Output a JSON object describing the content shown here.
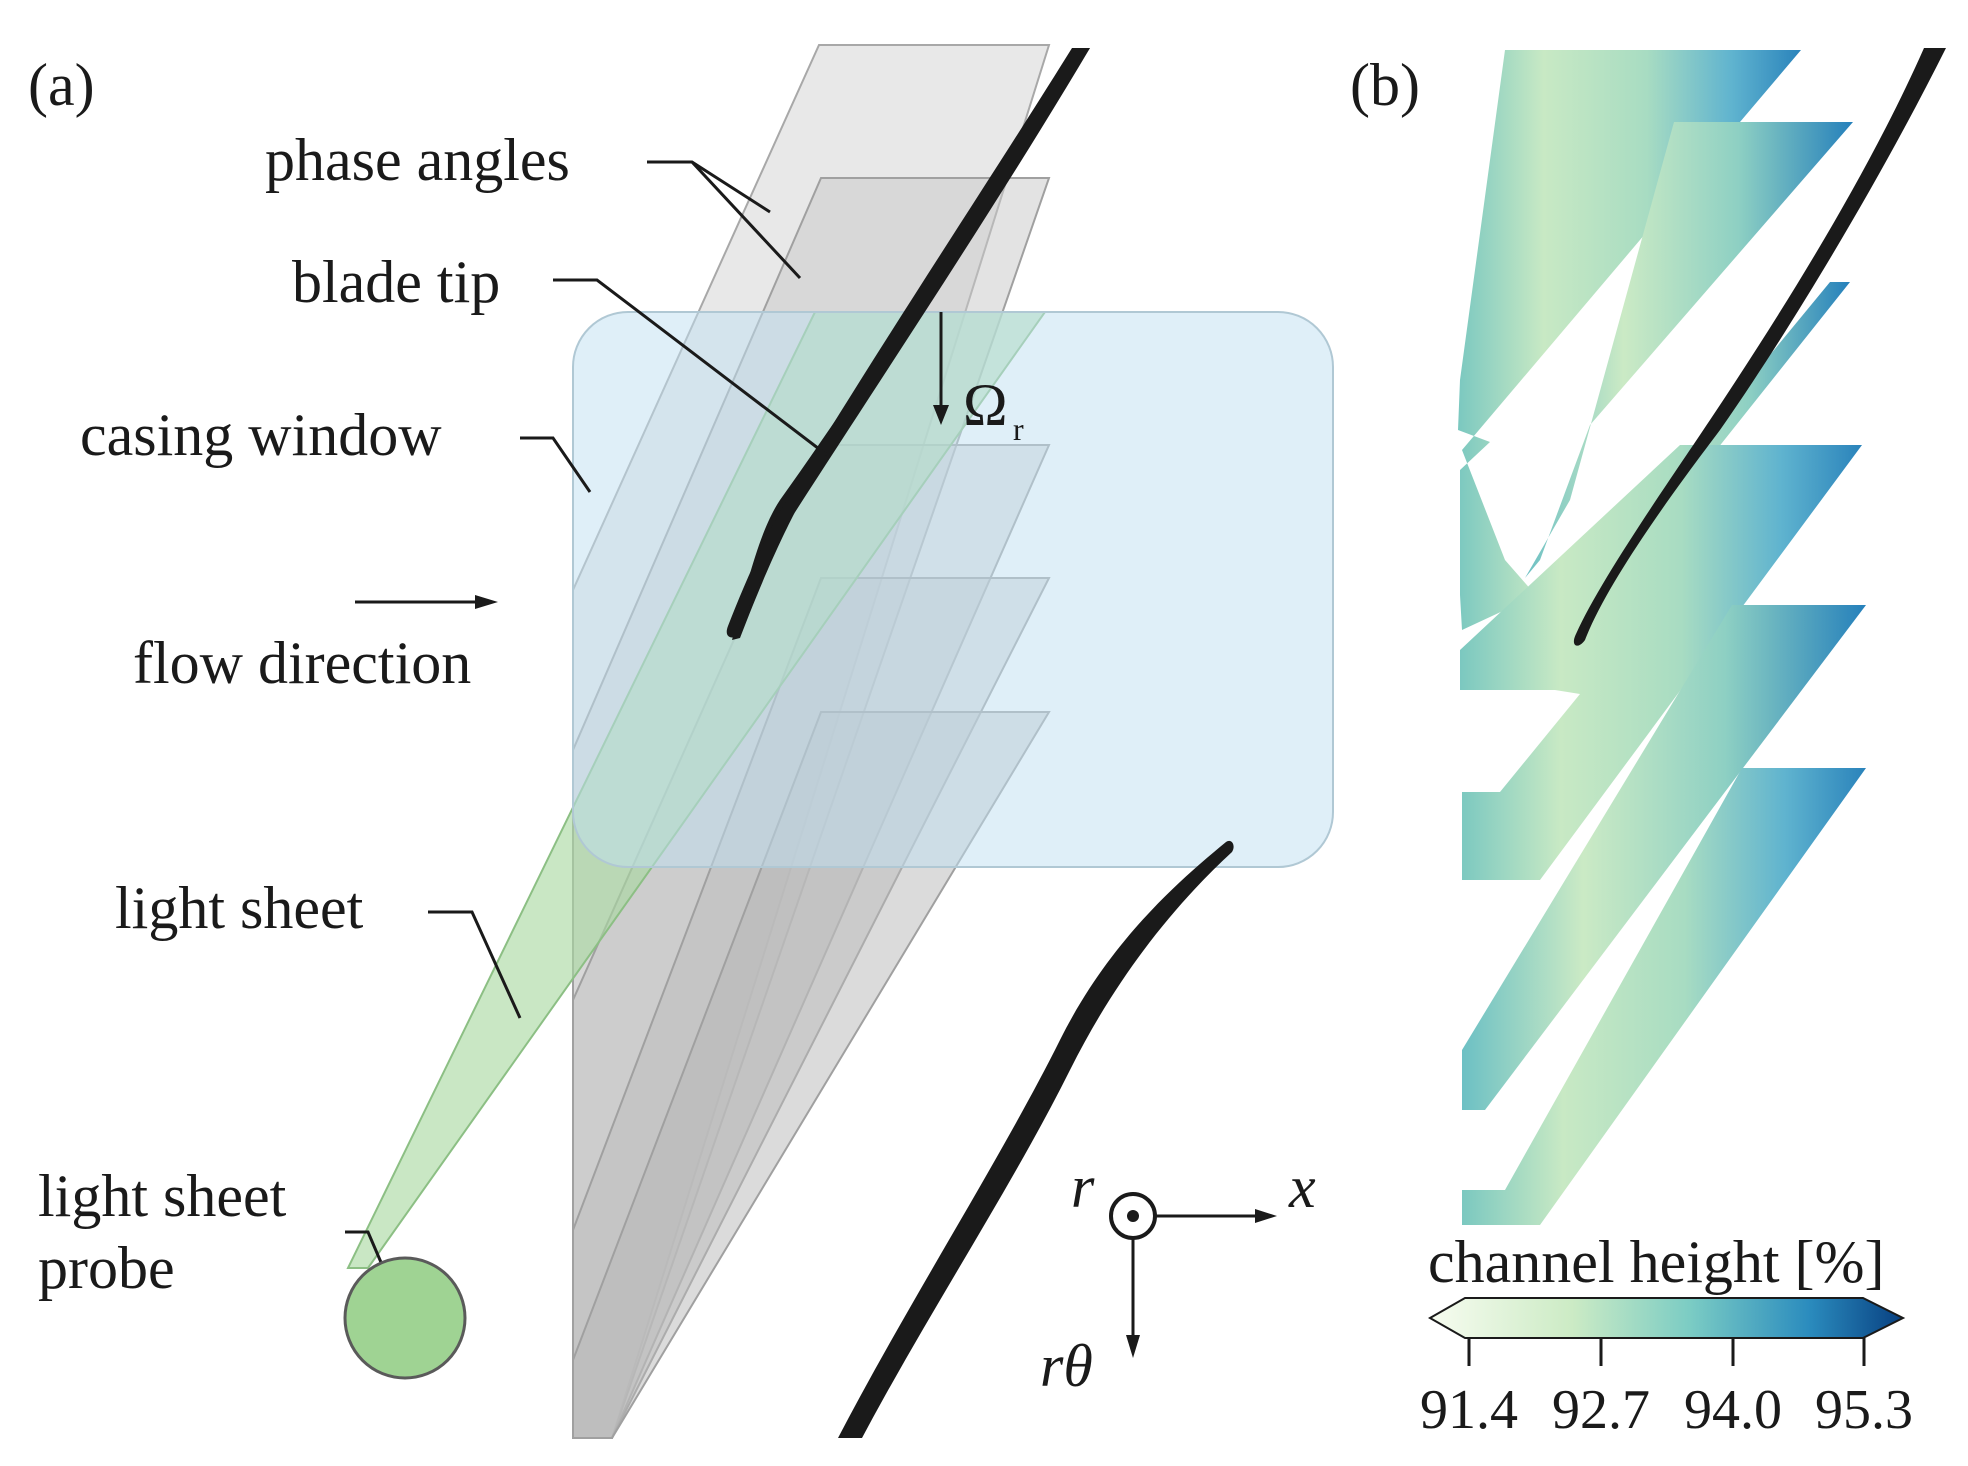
{
  "panel_a": {
    "panel_label": "(a)",
    "labels": {
      "phase_angles": "phase angles",
      "blade_tip": "blade tip",
      "casing_window": "casing window",
      "flow_direction": "flow direction",
      "light_sheet": "light sheet",
      "probe_line1": "light sheet",
      "probe_line2": "probe",
      "omega": "Ω",
      "omega_sub": "r"
    },
    "axes": {
      "r": "r",
      "x": "x",
      "rtheta": "rθ"
    },
    "colors": {
      "casing_window": "#cfe6f4",
      "light_sheet": "#a8d8a0",
      "phase_planes": "#d4d4d4",
      "blade": "#1a1a1a"
    }
  },
  "panel_b": {
    "panel_label": "(b)",
    "colorbar": {
      "title": "channel height [%]",
      "ticks": [
        "91.4",
        "92.7",
        "94.0",
        "95.3"
      ],
      "colors": [
        "#f7fcf0",
        "#ccebc5",
        "#7bccc4",
        "#2b8cbe",
        "#084081"
      ]
    }
  }
}
